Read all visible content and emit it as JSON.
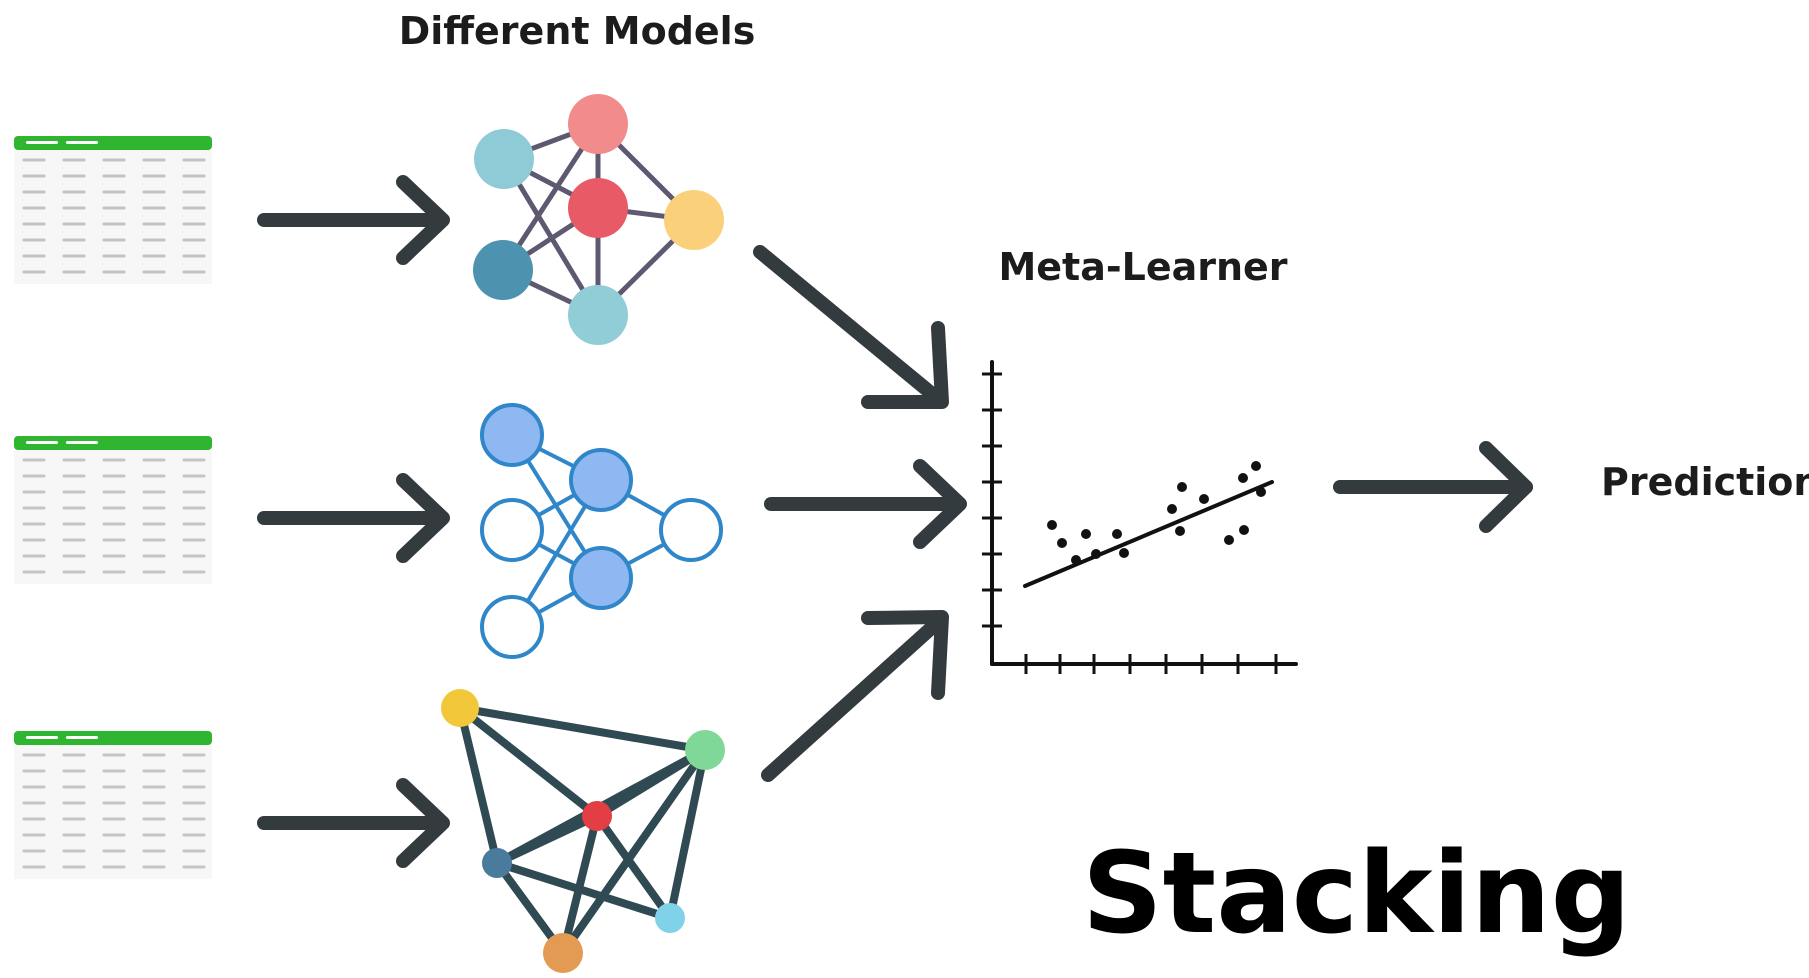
{
  "labels": {
    "models_heading": "Different Models",
    "meta_learner": "Meta-Learner",
    "prediction": "Prediction",
    "title": "Stacking"
  },
  "colors": {
    "arrow": "#333b3f",
    "table_header": "#2fb52f",
    "table_line": "#c8c8c8",
    "model1_edges": "#5e5870",
    "model1_nodes": [
      "#f28c8c",
      "#8fcbd6",
      "#e85a66",
      "#fbd07a",
      "#4d93b0",
      "#91cdd6"
    ],
    "model2_stroke": "#2f86c9",
    "model2_fill": "#8fb8f2",
    "model3_edges": "#2f4a52",
    "model3_nodes": [
      "#f2c73a",
      "#7fd897",
      "#e23e44",
      "#4a7a9c",
      "#80d2e8",
      "#e39a52"
    ],
    "plot": "#111111"
  },
  "icons": {
    "data_table": "spreadsheet-icon",
    "model_1": "graph-network-icon",
    "model_2": "neural-network-icon",
    "model_3": "mesh-network-icon",
    "meta_learner": "scatter-regression-icon"
  }
}
